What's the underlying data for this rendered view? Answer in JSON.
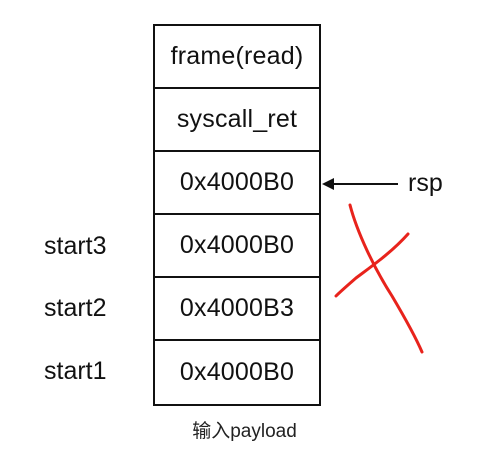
{
  "stack": {
    "cells": [
      "frame(read)",
      "syscall_ret",
      "0x4000B0",
      "0x4000B0",
      "0x4000B3",
      "0x4000B0"
    ]
  },
  "labels": {
    "start3": "start3",
    "start2": "start2",
    "start1": "start1"
  },
  "pointer": {
    "label": "rsp"
  },
  "caption": "输入payload",
  "colors": {
    "line": "#111111",
    "cross": "#e8231c"
  }
}
